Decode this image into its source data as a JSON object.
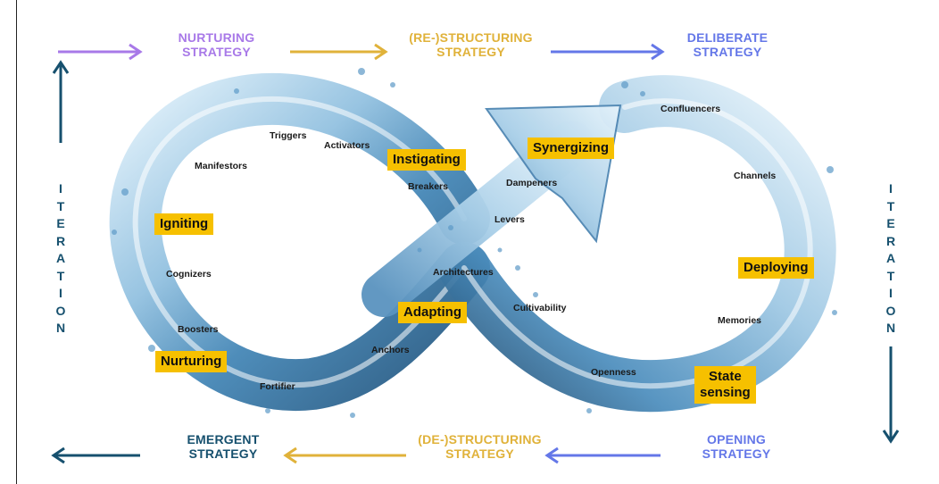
{
  "colors": {
    "purple": "#a879e8",
    "gold": "#e0b23a",
    "blue": "#6477e8",
    "teal": "#16506e",
    "tag_bg": "#f6c000",
    "water_dark": "#2d6f9e",
    "water_light": "#cfe6f5"
  },
  "strategies": {
    "nurturing": [
      "NURTURING",
      "STRATEGY"
    ],
    "restructuring": [
      "(RE-)STRUCTURING",
      "STRATEGY"
    ],
    "deliberate": [
      "DELIBERATE",
      "STRATEGY"
    ],
    "emergent": [
      "EMERGENT",
      "STRATEGY"
    ],
    "destructuring": [
      "(DE-)STRUCTURING",
      "STRATEGY"
    ],
    "opening": [
      "OPENING",
      "STRATEGY"
    ]
  },
  "iteration_left": [
    "I",
    "T",
    "E",
    "R",
    "A",
    "T",
    "I",
    "O",
    "N"
  ],
  "iteration_right": [
    "I",
    "T",
    "E",
    "R",
    "A",
    "T",
    "I",
    "O",
    "N"
  ],
  "stages": {
    "igniting": "Igniting",
    "instigating": "Instigating",
    "synergizing": "Synergizing",
    "deploying": "Deploying",
    "state_sensing": [
      "State",
      "sensing"
    ],
    "adapting": "Adapting",
    "nurturing": "Nurturing"
  },
  "labels": {
    "triggers": "Triggers",
    "activators": "Activators",
    "manifestors": "Manifestors",
    "breakers": "Breakers",
    "dampeners": "Dampeners",
    "levers": "Levers",
    "confluencers": "Confluencers",
    "channels": "Channels",
    "cognizers": "Cognizers",
    "architectures": "Architectures",
    "cultivability": "Cultivability",
    "memories": "Memories",
    "boosters": "Boosters",
    "anchors": "Anchors",
    "openness": "Openness",
    "fortifier": "Fortifier"
  },
  "icons": {
    "infinity_loop": "water-infinity-loop",
    "growth_arrow": "water-arrow"
  }
}
